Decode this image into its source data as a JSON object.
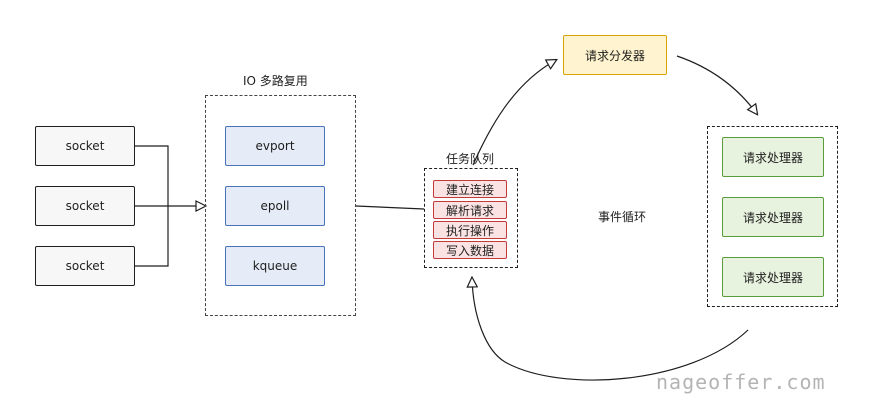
{
  "io_group": {
    "title": "IO 多路复用",
    "items": [
      "evport",
      "epoll",
      "kqueue"
    ]
  },
  "sockets": [
    "socket",
    "socket",
    "socket"
  ],
  "task_queue": {
    "title": "任务队列",
    "items": [
      "建立连接",
      "解析请求",
      "执行操作",
      "写入数据"
    ]
  },
  "dispatcher": {
    "label": "请求分发器"
  },
  "handlers": [
    "请求处理器",
    "请求处理器",
    "请求处理器"
  ],
  "event_loop": {
    "label": "事件循环"
  },
  "watermark": "nageoffer.com",
  "colors": {
    "socket": "#1e1e1e",
    "multiplexer": "#4a72b8",
    "dispatcher": "#d9a400",
    "handler": "#5a9c3c",
    "task": "#c23b3b"
  }
}
